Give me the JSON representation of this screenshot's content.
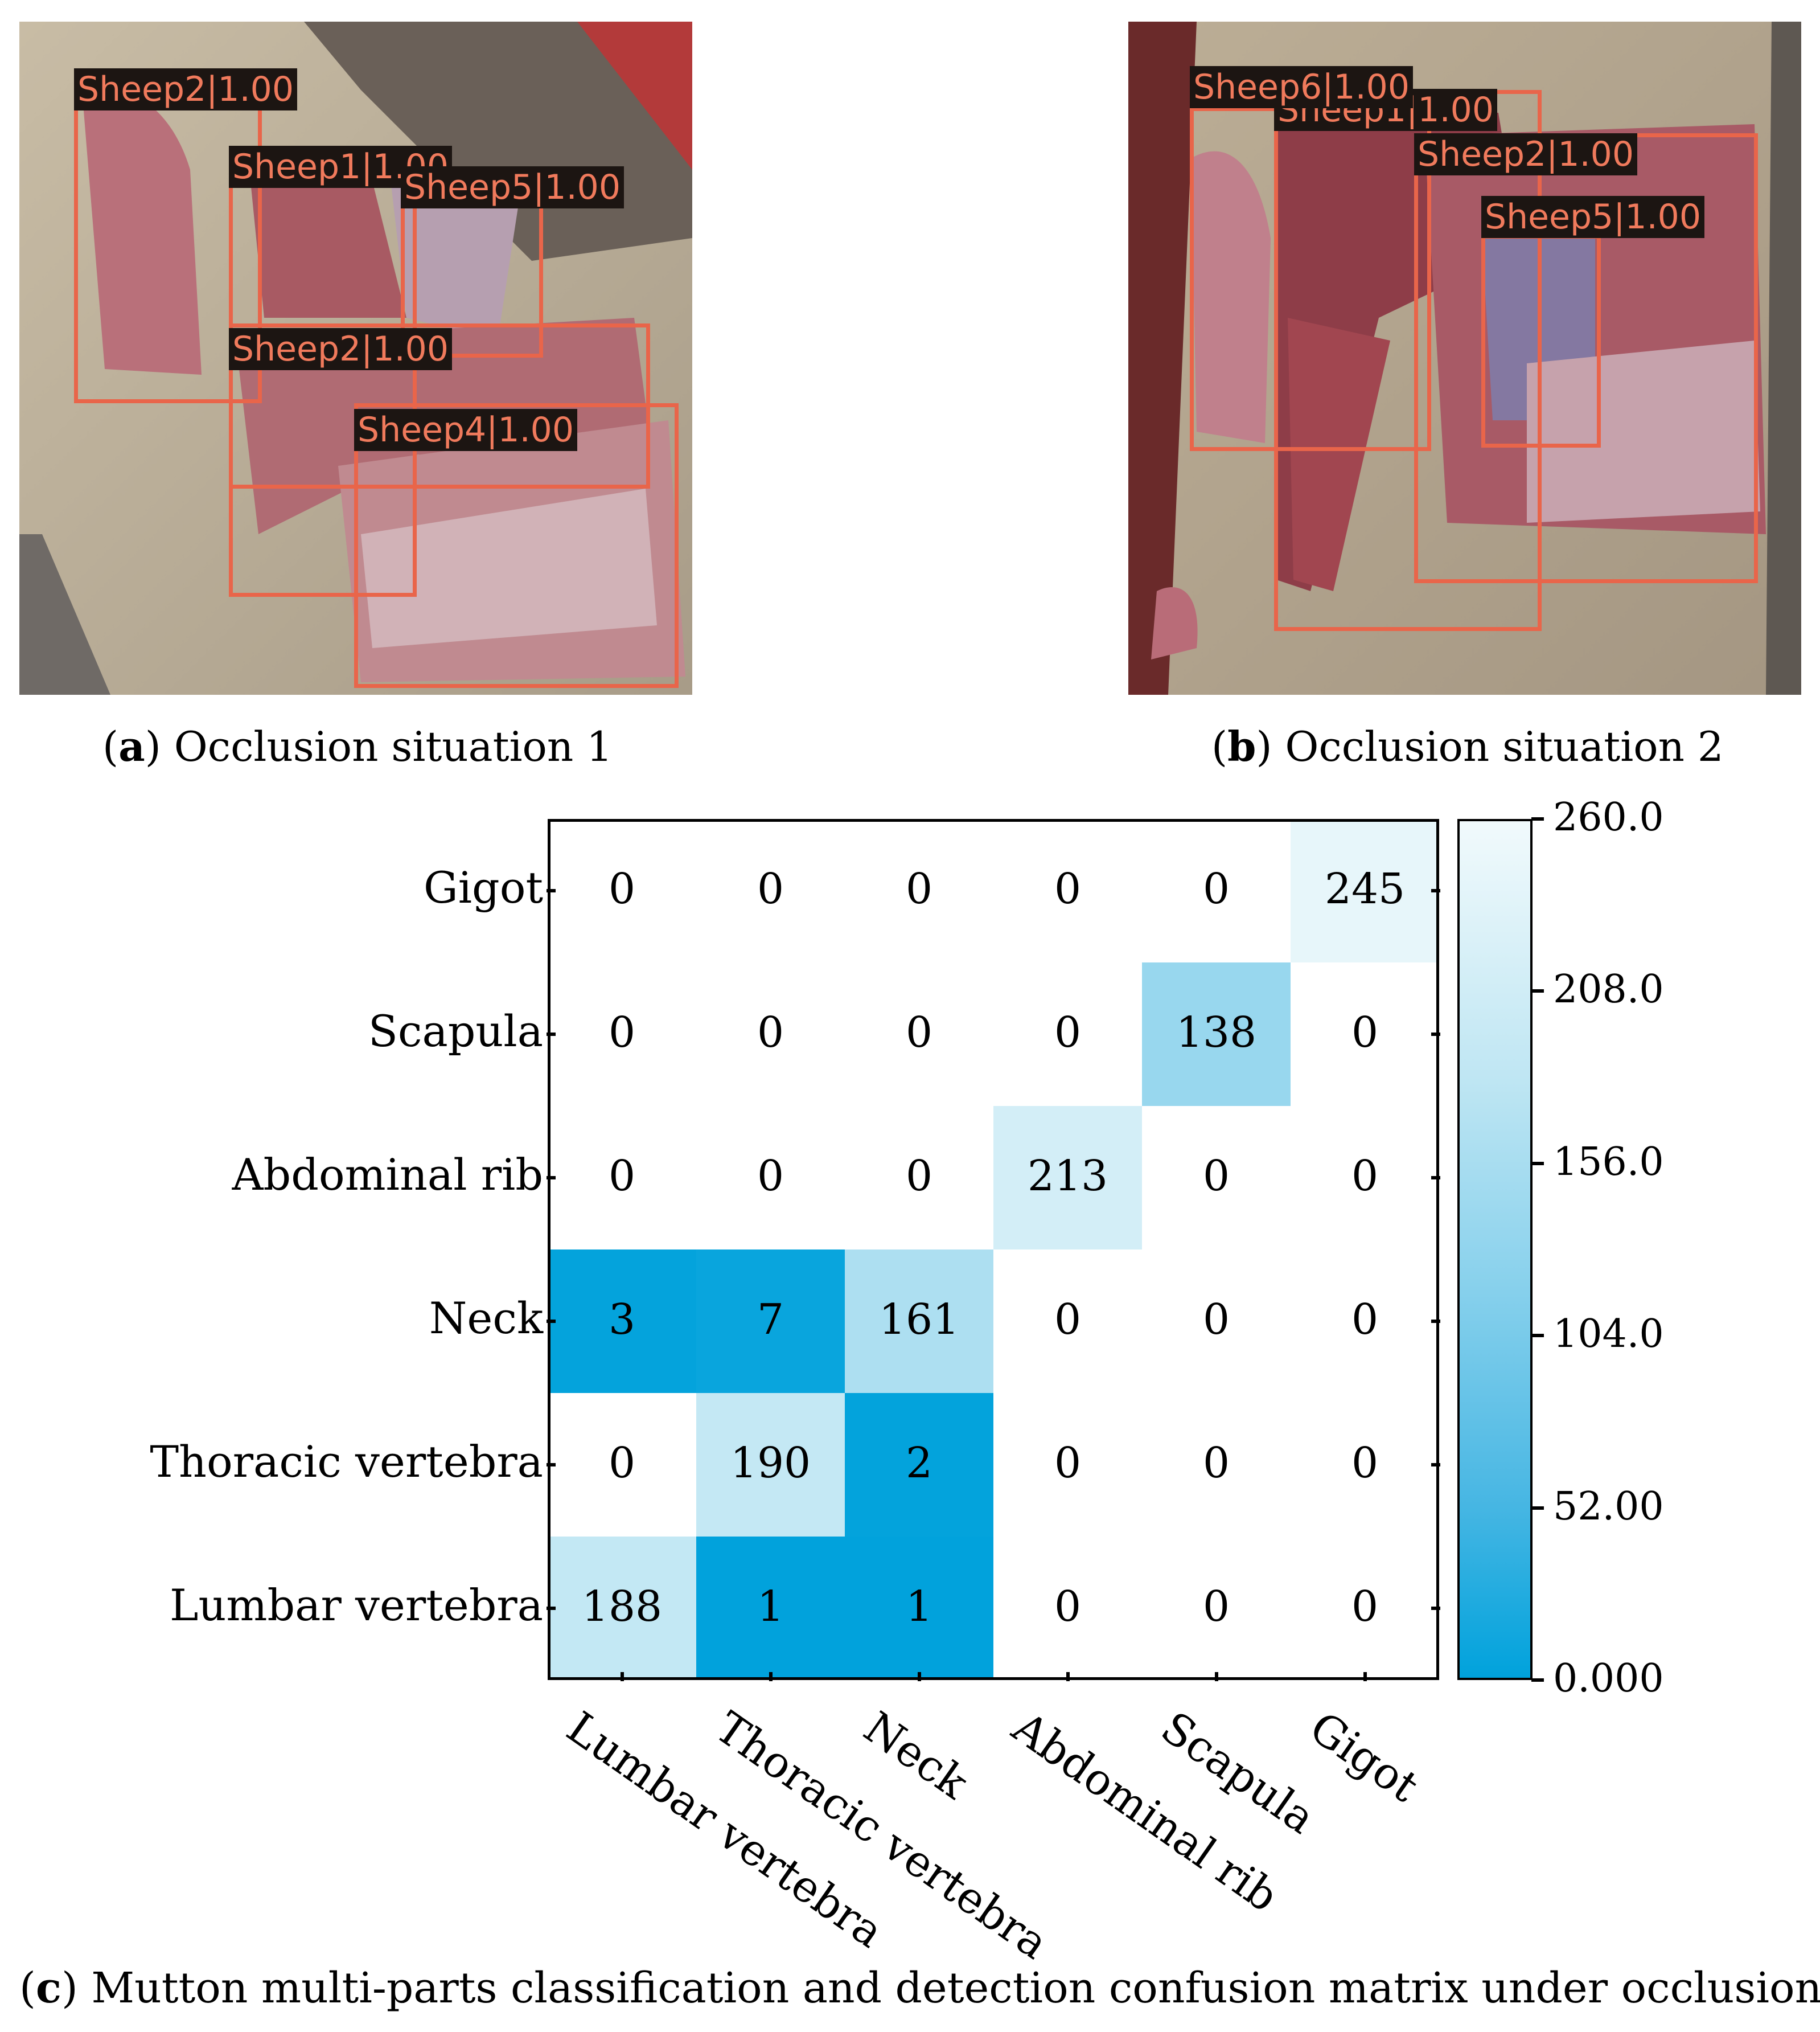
{
  "panels": [
    {
      "id": "a",
      "caption_letter": "a",
      "caption_text": "Occlusion situation 1",
      "detections": [
        {
          "label": "Sheep2|1.00"
        },
        {
          "label": "Sheep1|1.00"
        },
        {
          "label": "Sheep5|1.00"
        },
        {
          "label": "Sheep2|1.00"
        },
        {
          "label": "Sheep4|1.00"
        }
      ]
    },
    {
      "id": "b",
      "caption_letter": "b",
      "caption_text": "Occlusion situation 2",
      "detections": [
        {
          "label": "Sheep6|1.00"
        },
        {
          "label": "Sheep1|1.00"
        },
        {
          "label": "Sheep2|1.00"
        },
        {
          "label": "Sheep5|1.00"
        }
      ]
    }
  ],
  "colors": {
    "box": "#e9654a",
    "label_bg": "#1c1512",
    "label_text": "#f07a5c",
    "cmap_low": "#00a2dc",
    "cmap_high": "#f1fafc"
  },
  "chart_data": {
    "type": "heatmap",
    "title": "",
    "x_categories": [
      "Lumbar vertebra",
      "Thoracic vertebra",
      "Neck",
      "Abdominal rib",
      "Scapula",
      "Gigot"
    ],
    "y_categories": [
      "Gigot",
      "Scapula",
      "Abdominal rib",
      "Neck",
      "Thoracic vertebra",
      "Lumbar vertebra"
    ],
    "matrix": [
      [
        0,
        0,
        0,
        0,
        0,
        245
      ],
      [
        0,
        0,
        0,
        0,
        138,
        0
      ],
      [
        0,
        0,
        0,
        213,
        0,
        0
      ],
      [
        3,
        7,
        161,
        0,
        0,
        0
      ],
      [
        0,
        190,
        2,
        0,
        0,
        0
      ],
      [
        188,
        1,
        1,
        0,
        0,
        0
      ]
    ],
    "zero_cells_blank": true,
    "colorbar": {
      "range": [
        0,
        260
      ],
      "tick_labels": [
        "0.000",
        "52.00",
        "104.0",
        "156.0",
        "208.0",
        "260.0"
      ]
    }
  },
  "caption_c": {
    "letter": "c",
    "text": "Mutton multi-parts classification and detection confusion matrix under occlusion"
  }
}
